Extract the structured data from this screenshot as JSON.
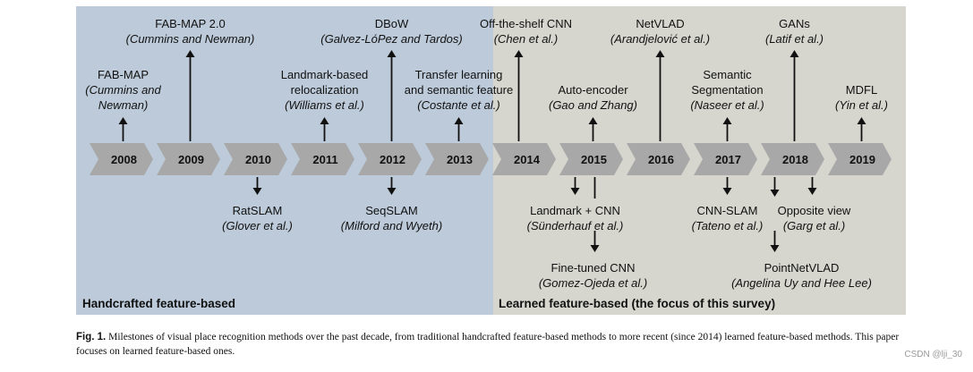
{
  "figure": {
    "colors": {
      "handcrafted_bg": "#bccad9",
      "learned_bg": "#d6d6cf",
      "chevron": "#a8a8a8",
      "text": "#111111"
    },
    "years": [
      "2008",
      "2009",
      "2010",
      "2011",
      "2012",
      "2013",
      "2014",
      "2015",
      "2016",
      "2017",
      "2018",
      "2019"
    ],
    "regions": {
      "handcrafted": "Handcrafted feature-based",
      "learned": "Learned feature-based (the focus of this survey)"
    },
    "milestones": [
      {
        "id": "fab-map",
        "year": "2008",
        "side": "up",
        "level": 1,
        "title": [
          "FAB-MAP"
        ],
        "authors": [
          "Cummins and",
          "Newman)"
        ],
        "authors_prefix": "("
      },
      {
        "id": "fab-map-2",
        "year": "2009",
        "side": "up",
        "level": 3,
        "title": [
          "FAB-MAP 2.0"
        ],
        "authors": [
          "(Cummins and Newman)"
        ]
      },
      {
        "id": "ratslam",
        "year": "2010",
        "side": "down",
        "level": 1,
        "title": [
          "RatSLAM"
        ],
        "authors": [
          "(Glover et al.)"
        ]
      },
      {
        "id": "landmark-reloc",
        "year": "2011",
        "side": "up",
        "level": 2,
        "title": [
          "Landmark-based",
          "relocalization"
        ],
        "authors": [
          "(Williams et al.)"
        ]
      },
      {
        "id": "dbow",
        "year": "2012",
        "side": "up",
        "level": 3,
        "title": [
          "DBoW"
        ],
        "authors": [
          "(Galvez-LóPez and Tardos)"
        ]
      },
      {
        "id": "seqslam",
        "year": "2012",
        "side": "down",
        "level": 1,
        "title": [
          "SeqSLAM"
        ],
        "authors": [
          "(Milford and Wyeth)"
        ]
      },
      {
        "id": "transfer-learning",
        "year": "2013",
        "side": "up",
        "level": 2,
        "title": [
          "Transfer learning",
          "and semantic feature"
        ],
        "authors": [
          "(Costante et al.)"
        ]
      },
      {
        "id": "off-the-shelf-cnn",
        "year": "2014",
        "side": "up",
        "level": 3,
        "title": [
          "Off-the-shelf CNN"
        ],
        "authors": [
          "(Chen et al.)"
        ]
      },
      {
        "id": "auto-encoder",
        "year": "2015",
        "side": "up",
        "level": 1,
        "title": [
          "Auto-encoder"
        ],
        "authors": [
          "(Gao and Zhang)"
        ]
      },
      {
        "id": "landmark-cnn",
        "year": "2015",
        "side": "down",
        "level": 1,
        "title": [
          "Landmark + CNN"
        ],
        "authors": [
          "(Sünderhauf et al.)"
        ]
      },
      {
        "id": "fine-tuned-cnn",
        "year": "2015",
        "side": "down",
        "level": 2,
        "title": [
          "Fine-tuned CNN"
        ],
        "authors": [
          "(Gomez-Ojeda et al.)"
        ]
      },
      {
        "id": "netvlad",
        "year": "2016",
        "side": "up",
        "level": 3,
        "title": [
          "NetVLAD"
        ],
        "authors": [
          "(Arandjelović et al.)"
        ]
      },
      {
        "id": "cnn-slam",
        "year": "2017",
        "side": "down",
        "level": 1,
        "title": [
          "CNN-SLAM"
        ],
        "authors": [
          "(Tateno et al.)"
        ]
      },
      {
        "id": "semantic-seg",
        "year": "2017",
        "side": "up",
        "level": 2,
        "title": [
          "Semantic",
          "Segmentation"
        ],
        "authors": [
          "(Naseer et al.)"
        ]
      },
      {
        "id": "gans",
        "year": "2018",
        "side": "up",
        "level": 3,
        "title": [
          "GANs"
        ],
        "authors": [
          "(Latif et al.)"
        ]
      },
      {
        "id": "opposite-view",
        "year": "2018",
        "side": "down",
        "level": 1,
        "title": [
          "Opposite view"
        ],
        "authors": [
          "(Garg et al.)"
        ]
      },
      {
        "id": "pointnetvlad",
        "year": "2018",
        "side": "down",
        "level": 2,
        "title": [
          "PointNetVLAD"
        ],
        "authors": [
          "(Angelina Uy and Hee Lee)"
        ]
      },
      {
        "id": "mdfl",
        "year": "2019",
        "side": "up",
        "level": 1,
        "title": [
          "MDFL"
        ],
        "authors": [
          "(Yin et al.)"
        ]
      }
    ]
  },
  "caption": {
    "label": "Fig. 1.",
    "text": "Milestones of visual place recognition methods over the past decade, from traditional handcrafted feature-based methods to more recent (since 2014) learned feature-based methods. This paper focuses on learned feature-based ones."
  },
  "watermark": "CSDN @lji_30"
}
